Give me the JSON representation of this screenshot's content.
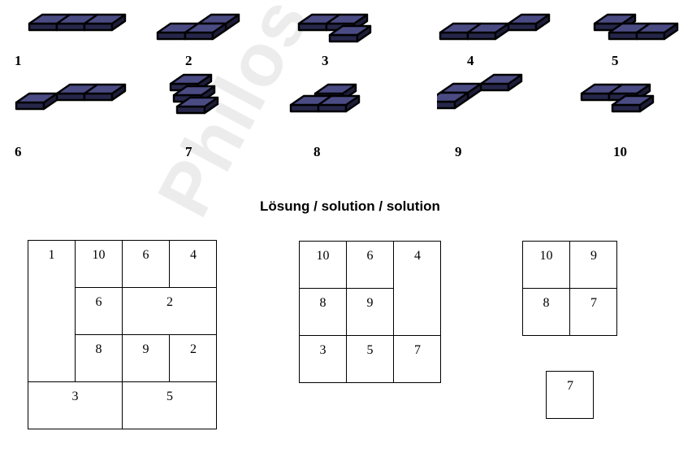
{
  "colors": {
    "tile_fill": "#4b4b84",
    "tile_edge": "#000000"
  },
  "pieces": [
    {
      "number": "1",
      "tiles": [
        [
          0,
          0
        ],
        [
          1,
          0
        ],
        [
          2,
          0
        ]
      ]
    },
    {
      "number": "2",
      "tiles": [
        [
          0,
          1
        ],
        [
          1,
          1
        ],
        [
          1,
          0
        ]
      ]
    },
    {
      "number": "3",
      "tiles": [
        [
          0,
          0
        ],
        [
          1,
          0
        ],
        [
          1,
          1
        ]
      ],
      "stack": true
    },
    {
      "number": "4",
      "tiles": [
        [
          0,
          1
        ],
        [
          1,
          1
        ],
        [
          2,
          0
        ]
      ]
    },
    {
      "number": "5",
      "tiles": [
        [
          0,
          0
        ],
        [
          1,
          1
        ],
        [
          2,
          1
        ]
      ]
    },
    {
      "number": "6",
      "tiles": [
        [
          0,
          1
        ],
        [
          1,
          0
        ],
        [
          2,
          0
        ]
      ]
    },
    {
      "number": "7",
      "tiles": [
        [
          0,
          0
        ],
        [
          0,
          1
        ],
        [
          0,
          2
        ]
      ],
      "stack": true
    },
    {
      "number": "8",
      "tiles": [
        [
          0,
          1
        ],
        [
          1,
          0
        ],
        [
          1,
          1
        ]
      ],
      "stack": true
    },
    {
      "number": "9",
      "tiles": [
        [
          0,
          1
        ],
        [
          1,
          0
        ],
        [
          0,
          2
        ]
      ]
    },
    {
      "number": "10",
      "tiles": [
        [
          0,
          0
        ],
        [
          1,
          0
        ],
        [
          1,
          1
        ]
      ],
      "stack": true
    }
  ],
  "solution": {
    "title": "Lösung / solution / solution",
    "grids": [
      {
        "cells": [
          {
            "label": "1"
          },
          {
            "label": "10"
          },
          {
            "label": "6"
          },
          {
            "label": "4"
          },
          {
            "label": "6"
          },
          {
            "label": "2"
          },
          {
            "label": "8"
          },
          {
            "label": "9"
          },
          {
            "label": "2"
          },
          {
            "label": "3"
          },
          {
            "label": "5"
          }
        ]
      },
      {
        "cells": [
          {
            "label": "10"
          },
          {
            "label": "6"
          },
          {
            "label": "4"
          },
          {
            "label": "8"
          },
          {
            "label": "9"
          },
          {
            "label": "3"
          },
          {
            "label": "5"
          },
          {
            "label": "7"
          }
        ]
      },
      {
        "cells": [
          {
            "label": "10"
          },
          {
            "label": "9"
          },
          {
            "label": "8"
          },
          {
            "label": "7"
          }
        ]
      },
      {
        "cells": [
          {
            "label": "7"
          }
        ]
      }
    ]
  }
}
